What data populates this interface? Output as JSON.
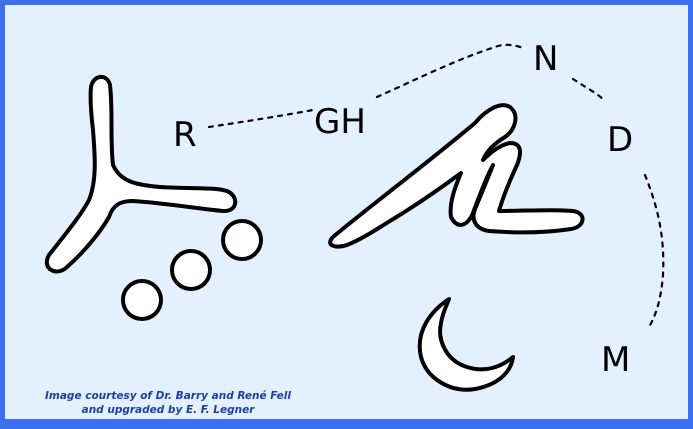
{
  "labels": {
    "r": "R",
    "gh": "GH",
    "n": "N",
    "d": "D",
    "m": "M"
  },
  "credit": {
    "line1": "Image courtesy of Dr. Barry and René Fell",
    "line2": "and upgraded by E. F. Legner"
  },
  "colors": {
    "border": "#3c6ff0",
    "background": "#e3f0ff",
    "credit_text": "#1a3fa8"
  }
}
